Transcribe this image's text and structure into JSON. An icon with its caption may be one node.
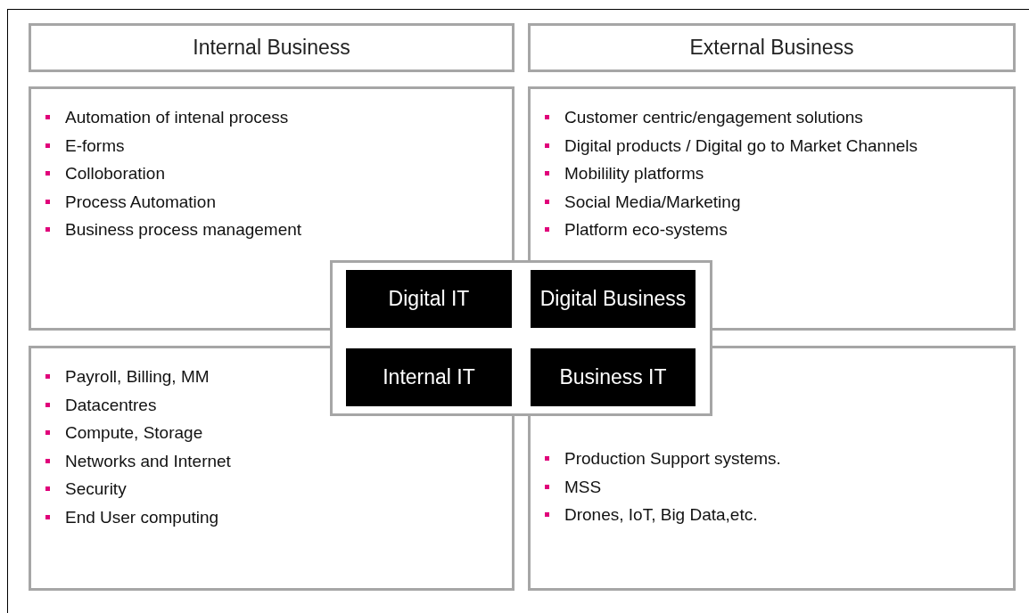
{
  "diagram": {
    "nodes": [
      {
        "text": [
          "Internal Business"
        ]
      },
      {
        "text": [
          "External Business"
        ]
      },
      {
        "text": [
          "Automation of intenal process",
          "E-forms",
          "Colloboration",
          "Process Automation",
          "Business process management"
        ]
      },
      {
        "text": [
          "Customer centric/engagement solutions",
          "Digital products / Digital go to Market Channels",
          "Mobilility platforms",
          "Social Media/Marketing",
          "Platform eco-systems"
        ]
      },
      {
        "text": [
          "Payroll, Billing, MM",
          "Datacentres",
          "Compute, Storage",
          "Networks and Internet",
          "Security",
          "End User computing"
        ]
      },
      {
        "text": [
          "Production Support systems.",
          "MSS",
          "Drones, IoT, Big Data,etc."
        ]
      },
      {
        "text": [
          "Digital IT"
        ],
        "in": 2
      },
      {
        "text": [
          "Digital Business"
        ],
        "in": 3
      },
      {
        "text": [
          "Internal IT"
        ],
        "in": 4
      },
      {
        "text": [
          "Business IT"
        ],
        "in": 5
      }
    ]
  }
}
